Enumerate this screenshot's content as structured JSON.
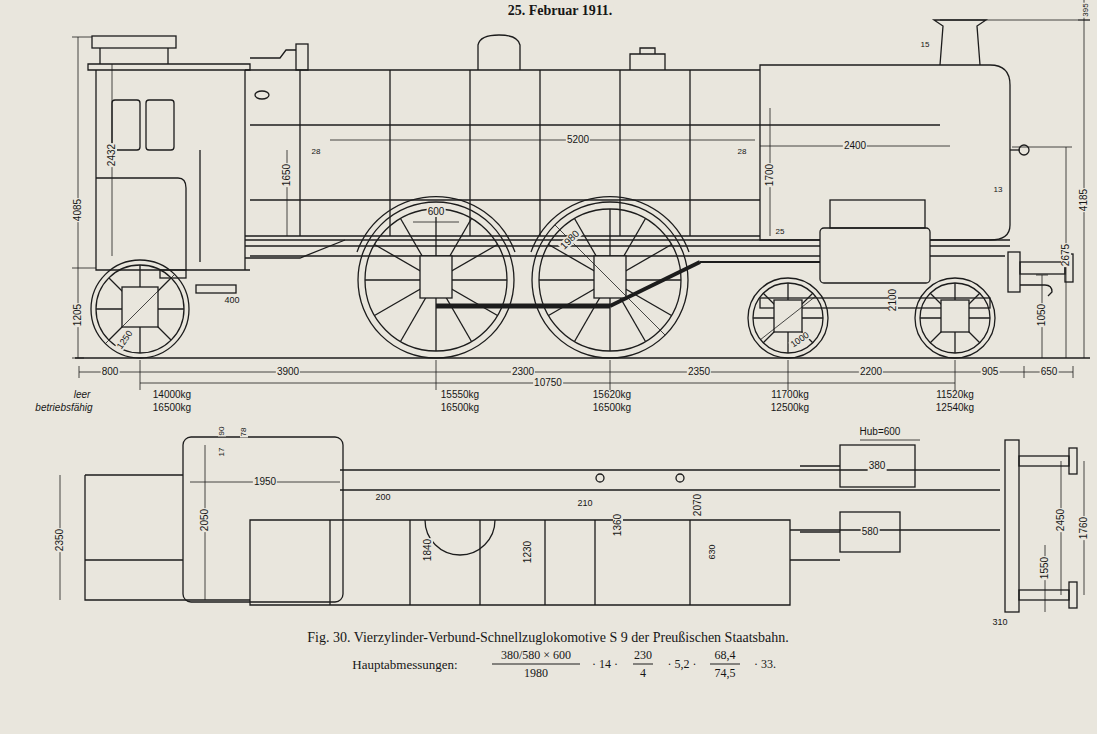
{
  "diagram": {
    "caption": "Fig. 30. Vierzylinder-Verbund-Schnellzuglokomotive S 9 der Preußischen Staatsbahn.",
    "labels": [
      "25. Februar 1911.",
      "395",
      "4185",
      "2675",
      "13",
      "15",
      "2400",
      "28",
      "5200",
      "1700",
      "25",
      "2100",
      "1050",
      "1000",
      "1980",
      "600",
      "1650",
      "28",
      "2432",
      "4085",
      "1205",
      "1250",
      "400",
      "800",
      "3900",
      "2300",
      "2350",
      "2200",
      "905",
      "650",
      "10750",
      "leer",
      "betriebsfähig",
      "14000kg",
      "16500kg",
      "15550kg",
      "16500kg",
      "15620kg",
      "16500kg",
      "11700kg",
      "12500kg",
      "11520kg",
      "12540kg",
      "90",
      "78",
      "17",
      "2050",
      "1950",
      "2350",
      "200",
      "1840",
      "1230",
      "210",
      "1360",
      "2070",
      "630",
      "Hub=600",
      "380",
      "580",
      "1760",
      "1550",
      "2450",
      "310",
      "Hauptabmessungen:",
      "380/580 × 600",
      "1980",
      "· 14 ·",
      "230",
      "4",
      "· 5,2 ·",
      "68,4",
      "74,5",
      "· 33."
    ]
  }
}
